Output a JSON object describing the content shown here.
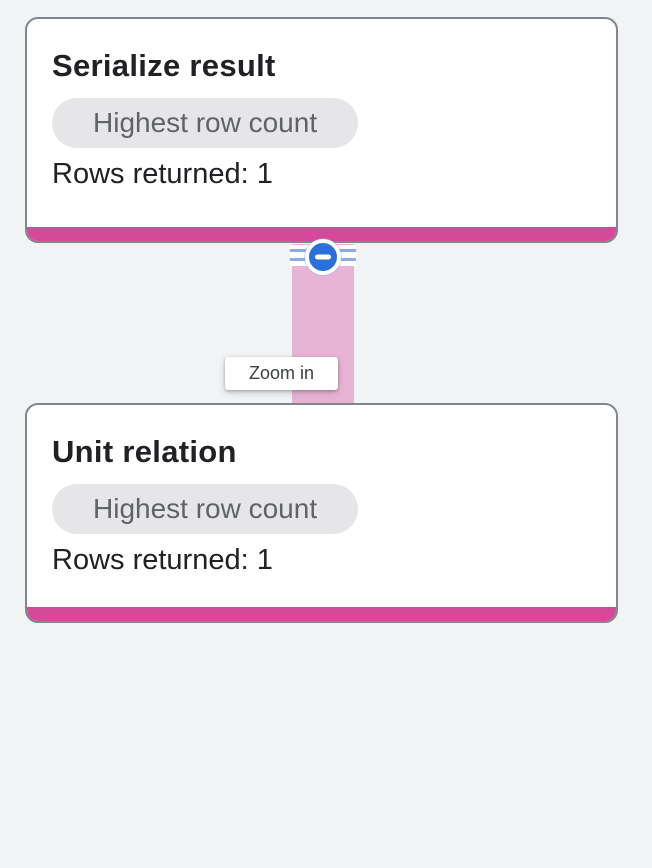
{
  "graph": {
    "nodes": [
      {
        "title": "Serialize result",
        "badge": "Highest row count",
        "rows": "Rows returned: 1"
      },
      {
        "title": "Unit relation",
        "badge": "Highest row count",
        "rows": "Rows returned: 1"
      }
    ],
    "edge": {
      "collapse_icon": "minus-icon"
    }
  },
  "tooltip": {
    "label": "Zoom in"
  },
  "colors": {
    "background": "#f1f3f4",
    "card_bg": "#ffffff",
    "card_border": "#80868b",
    "text_dark": "#202124",
    "badge_bg": "#e6e6e8",
    "badge_text": "#5f6368",
    "bar_pink": "#d6499a",
    "edge_pink": "#e8b4d6",
    "stripe_blue": "#8cabeb",
    "button_blue": "#2b70d8",
    "tooltip_bg": "#ffffff",
    "tooltip_text": "#3c4043"
  }
}
